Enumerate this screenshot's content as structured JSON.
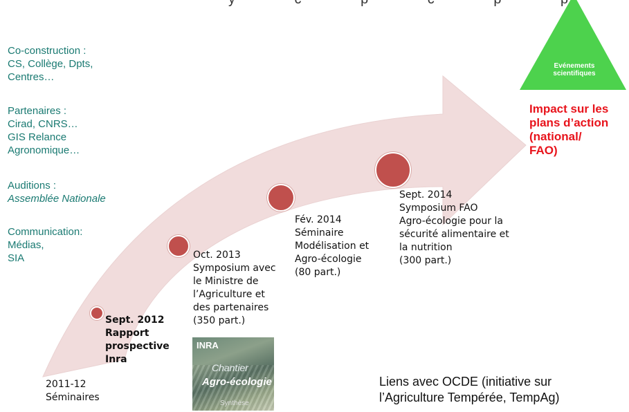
{
  "header_text": "y c p c p p",
  "left_panel": {
    "coconstruction": [
      "Co-construction :",
      "CS, Collège, Dpts,",
      "Centres…"
    ],
    "partenaires": [
      "Partenaires :",
      "Cirad, CNRS…",
      "GIS Relance",
      "Agronomique…"
    ],
    "auditions_title": "Auditions :",
    "auditions_value": "Assemblée Nationale",
    "communication": [
      "Communication:",
      "Médias,",
      "SIA"
    ]
  },
  "triangle_label": [
    "Evénements",
    "scientifiques"
  ],
  "impact": [
    "Impact sur les",
    "plans d’action",
    "(national/",
    "FAO)"
  ],
  "milestones": {
    "m0": [
      "2011-12",
      "Séminaires"
    ],
    "m1": [
      "Sept. 2012",
      "Rapport",
      "prospective",
      "Inra"
    ],
    "m2": [
      "Oct. 2013",
      "Symposium avec",
      "le Ministre de",
      "l’Agriculture et",
      "des partenaires",
      "(350 part.)"
    ],
    "m3": [
      "Fév. 2014",
      "Séminaire",
      "Modélisation et",
      "Agro-écologie",
      "(80 part.)"
    ],
    "m4": [
      "Sept. 2014",
      "Symposium FAO",
      "Agro-écologie pour la",
      "sécurité alimentaire et",
      "la nutrition",
      "(300 part.)"
    ]
  },
  "cover": {
    "brand": "INRA",
    "line1": "Chantier",
    "line2": "Agro-écologie",
    "line3": "Synthèse"
  },
  "liens": [
    "Liens avec OCDE (initiative sur",
    "l’Agriculture Tempérée, TempAg)"
  ],
  "colors": {
    "arrow": "#f1dcdc",
    "dot": "#c0504d",
    "triangle": "#4dd24d",
    "impact": "#e8141c",
    "teal": "#1a7a72"
  }
}
